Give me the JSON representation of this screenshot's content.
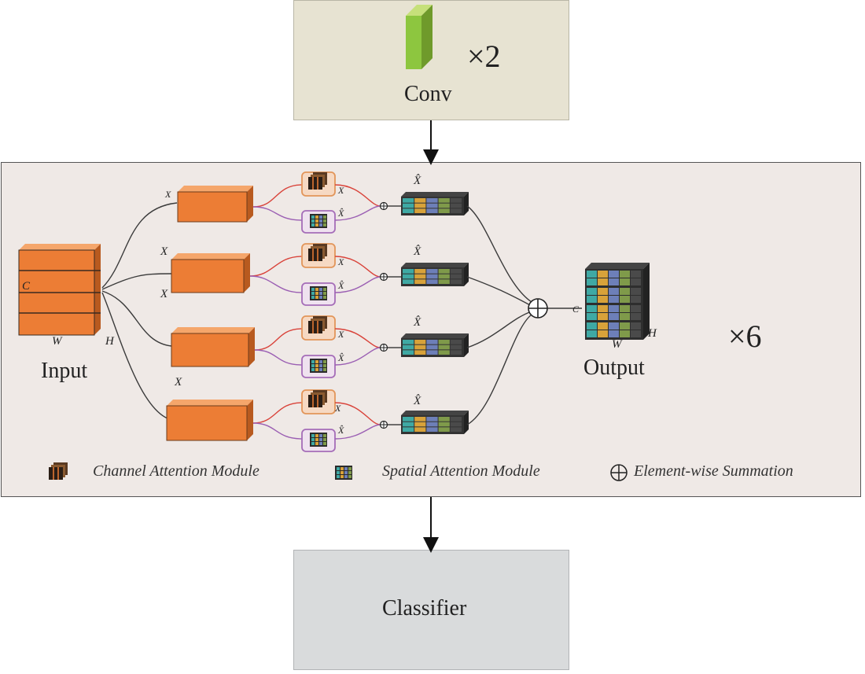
{
  "conv": {
    "label": "Conv",
    "repeat": "×2"
  },
  "main": {
    "repeat": "×6",
    "input_label": "Input",
    "output_label": "Output",
    "dims": {
      "c": "C",
      "w": "W",
      "h": "H"
    },
    "branch_symbol": "X",
    "x_hat": "X̂"
  },
  "legend": {
    "channel": "Channel Attention Module",
    "spatial": "Spatial Attention Module",
    "sum": "Element-wise Summation"
  },
  "classifier": {
    "label": "Classifier"
  },
  "colors": {
    "orange": "#ec7d35",
    "conv_green": "#8dc63f",
    "red_wire": "#d9433a",
    "purple_wire": "#9b5fb3",
    "panel_bg": "#efe9e6"
  }
}
